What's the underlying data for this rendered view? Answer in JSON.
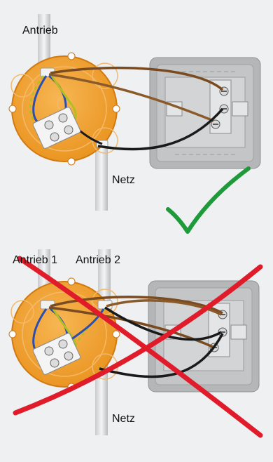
{
  "top_panel": {
    "label_actuator": "Antrieb",
    "label_mains": "Netz",
    "status_mark": "check-mark-icon"
  },
  "bottom_panel": {
    "label_actuator_1": "Antrieb 1",
    "label_actuator_2": "Antrieb 2",
    "label_mains": "Netz",
    "status_mark": "cross-mark-icon"
  },
  "colors": {
    "background": "#eef0f1",
    "junction_box": "#f0a02c",
    "switch_plate": "#b4b6b8",
    "wire_brown": "#7a4a20",
    "wire_black": "#1a1a1a",
    "wire_blue": "#2a4fb0",
    "wire_green_yellow": "#b0c020",
    "check": "#1f9a3a",
    "cross": "#e01b2a"
  }
}
